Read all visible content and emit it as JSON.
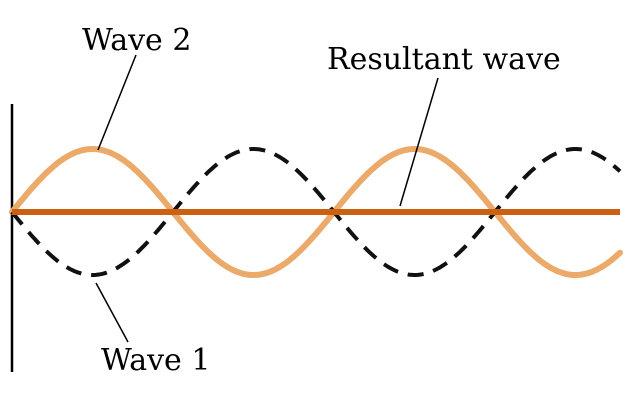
{
  "labels": {
    "wave2": "Wave 2",
    "resultant": "Resultant wave",
    "wave1": "Wave 1"
  },
  "colors": {
    "wave2": "#EBAA6A",
    "wave1": "#111111",
    "resultant": "#CB5F12",
    "leader": "#000000",
    "boundary": "#000000"
  }
}
